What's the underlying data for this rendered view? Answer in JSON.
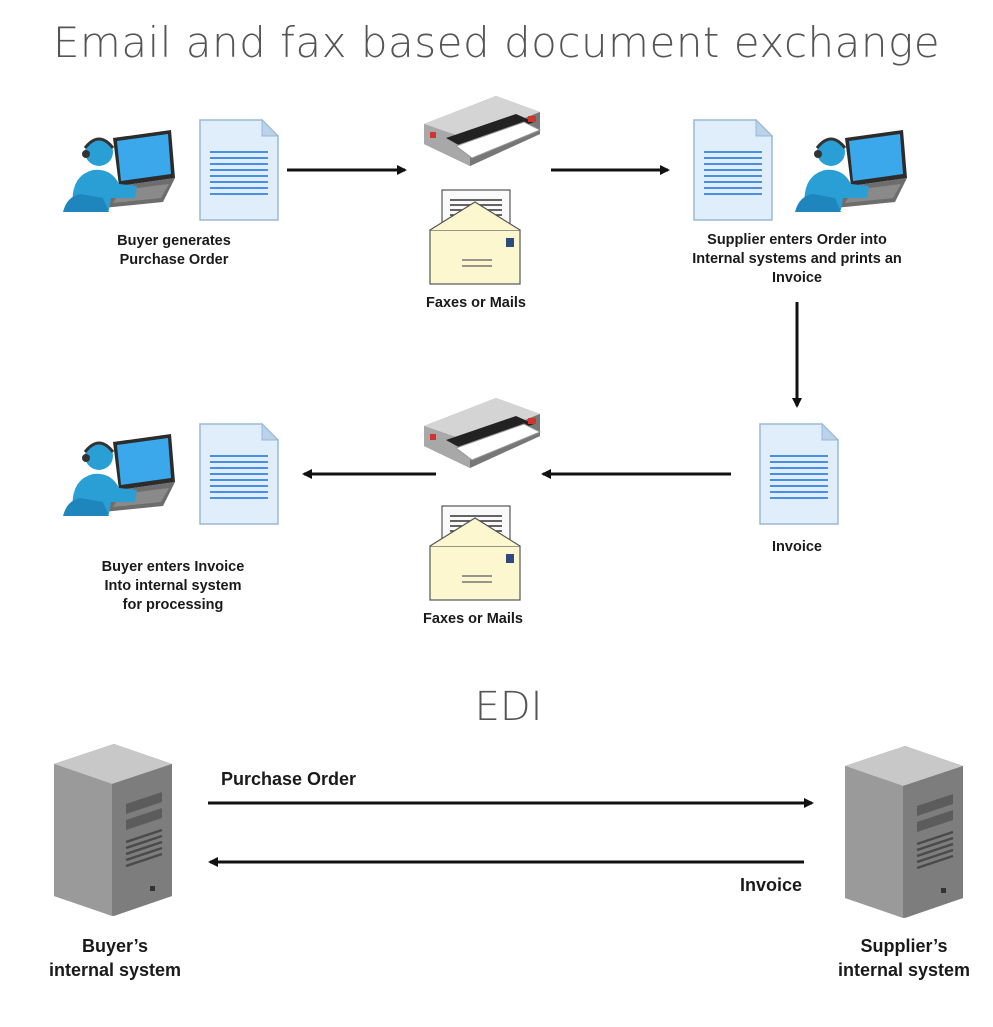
{
  "title": "Email and fax based document exchange",
  "edi_title": "EDI",
  "steps": {
    "buyer_generates": "Buyer generates\nPurchase Order",
    "faxes_top": "Faxes or Mails",
    "supplier_enters": "Supplier enters Order into\nInternal systems and prints an\nInvoice",
    "invoice": "Invoice",
    "faxes_bottom": "Faxes or Mails",
    "buyer_enters": "Buyer enters Invoice\nInto internal system\nfor processing"
  },
  "edi": {
    "purchase_order": "Purchase Order",
    "invoice": "Invoice",
    "buyer_system": "Buyer’s\ninternal system",
    "supplier_system": "Supplier’s\ninternal system"
  },
  "colors": {
    "person": "#2a9fd6",
    "document": "#dfeefa",
    "document_lines": "#4a90e2",
    "envelope": "#fdf7cf",
    "arrow": "#111111"
  },
  "icons": [
    "person-at-laptop-icon",
    "document-icon",
    "fax-printer-icon",
    "envelope-letter-icon",
    "server-tower-icon"
  ]
}
